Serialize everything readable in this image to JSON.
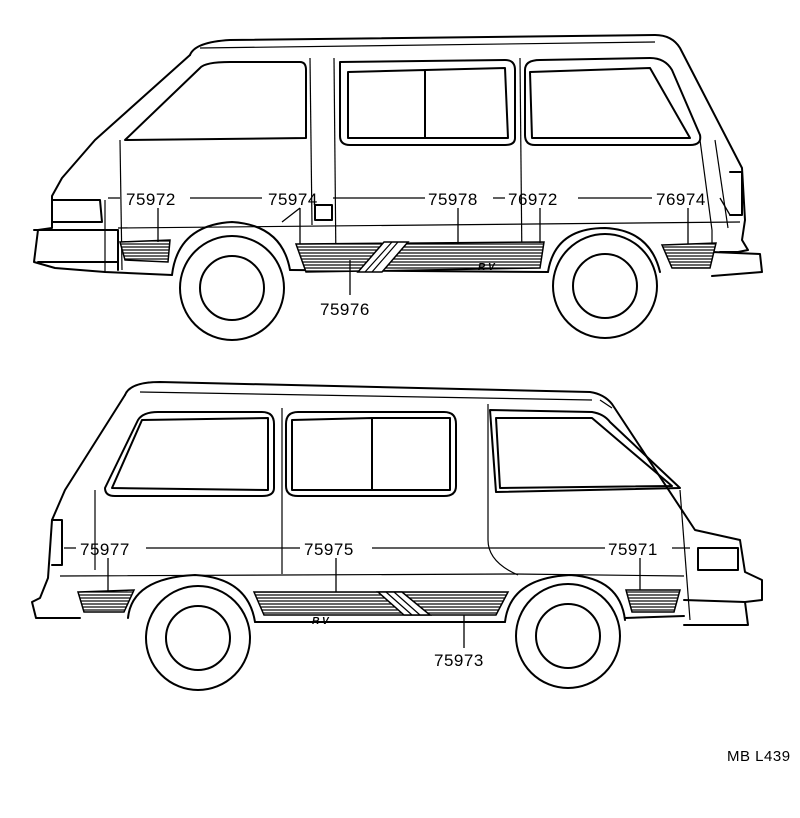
{
  "top_view": {
    "labels": {
      "p75972": "75972",
      "p75974": "75974",
      "p75978": "75978",
      "p76972": "76972",
      "p76974": "76974",
      "p75976": "75976"
    },
    "badge": "R V"
  },
  "bottom_view": {
    "labels": {
      "p75977": "75977",
      "p75975": "75975",
      "p75971": "75971",
      "p75973": "75973"
    },
    "badge": "R V"
  },
  "drawing_code": "MB L439"
}
